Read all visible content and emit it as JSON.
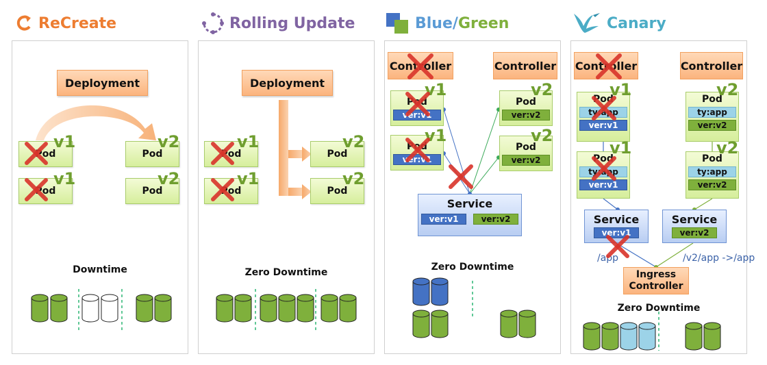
{
  "strategies": [
    {
      "title": "ReCreate",
      "color": "#ed7d31",
      "icon": "refresh-icon"
    },
    {
      "title": "Rolling Update",
      "color": "#8064a2",
      "icon": "rotate-arrows-icon"
    },
    {
      "title": "Blue/Green",
      "color": "#5b9bd5",
      "icon": "blue-green-squares-icon"
    },
    {
      "title": "Canary",
      "color": "#4bacc6",
      "icon": "bird-icon"
    }
  ],
  "bluegreen_parts": [
    "Blue",
    "/",
    "Green"
  ],
  "recreate": {
    "deployment": "Deployment",
    "pod": "Pod",
    "v1": "v1",
    "v2": "v2",
    "caption": "Downtime"
  },
  "rolling": {
    "deployment": "Deployment",
    "pod": "Pod",
    "v1": "v1",
    "v2": "v2",
    "caption": "Zero Downtime"
  },
  "bluegreen": {
    "controller": "Controller",
    "pod": "Pod",
    "tag_v1": "ver:v1",
    "tag_v2": "ver:v2",
    "v1": "v1",
    "v2": "v2",
    "service": "Service",
    "caption": "Zero Downtime"
  },
  "canary": {
    "controller": "Controller",
    "pod": "Pod",
    "tag_app": "ty:app",
    "tag_v1": "ver:v1",
    "tag_v2": "ver:v2",
    "v1": "v1",
    "v2": "v2",
    "service": "Service",
    "route_left": "/app",
    "route_right": "/v2/app ->/app",
    "ingress_line1": "Ingress",
    "ingress_line2": "Controller",
    "caption": "Zero Downtime"
  },
  "colors": {
    "pod_green": "#7fb03c",
    "blue": "#4472c4",
    "light_blue": "#9cd3e8",
    "cross": "#d9342b",
    "orange": "#f4a460"
  }
}
